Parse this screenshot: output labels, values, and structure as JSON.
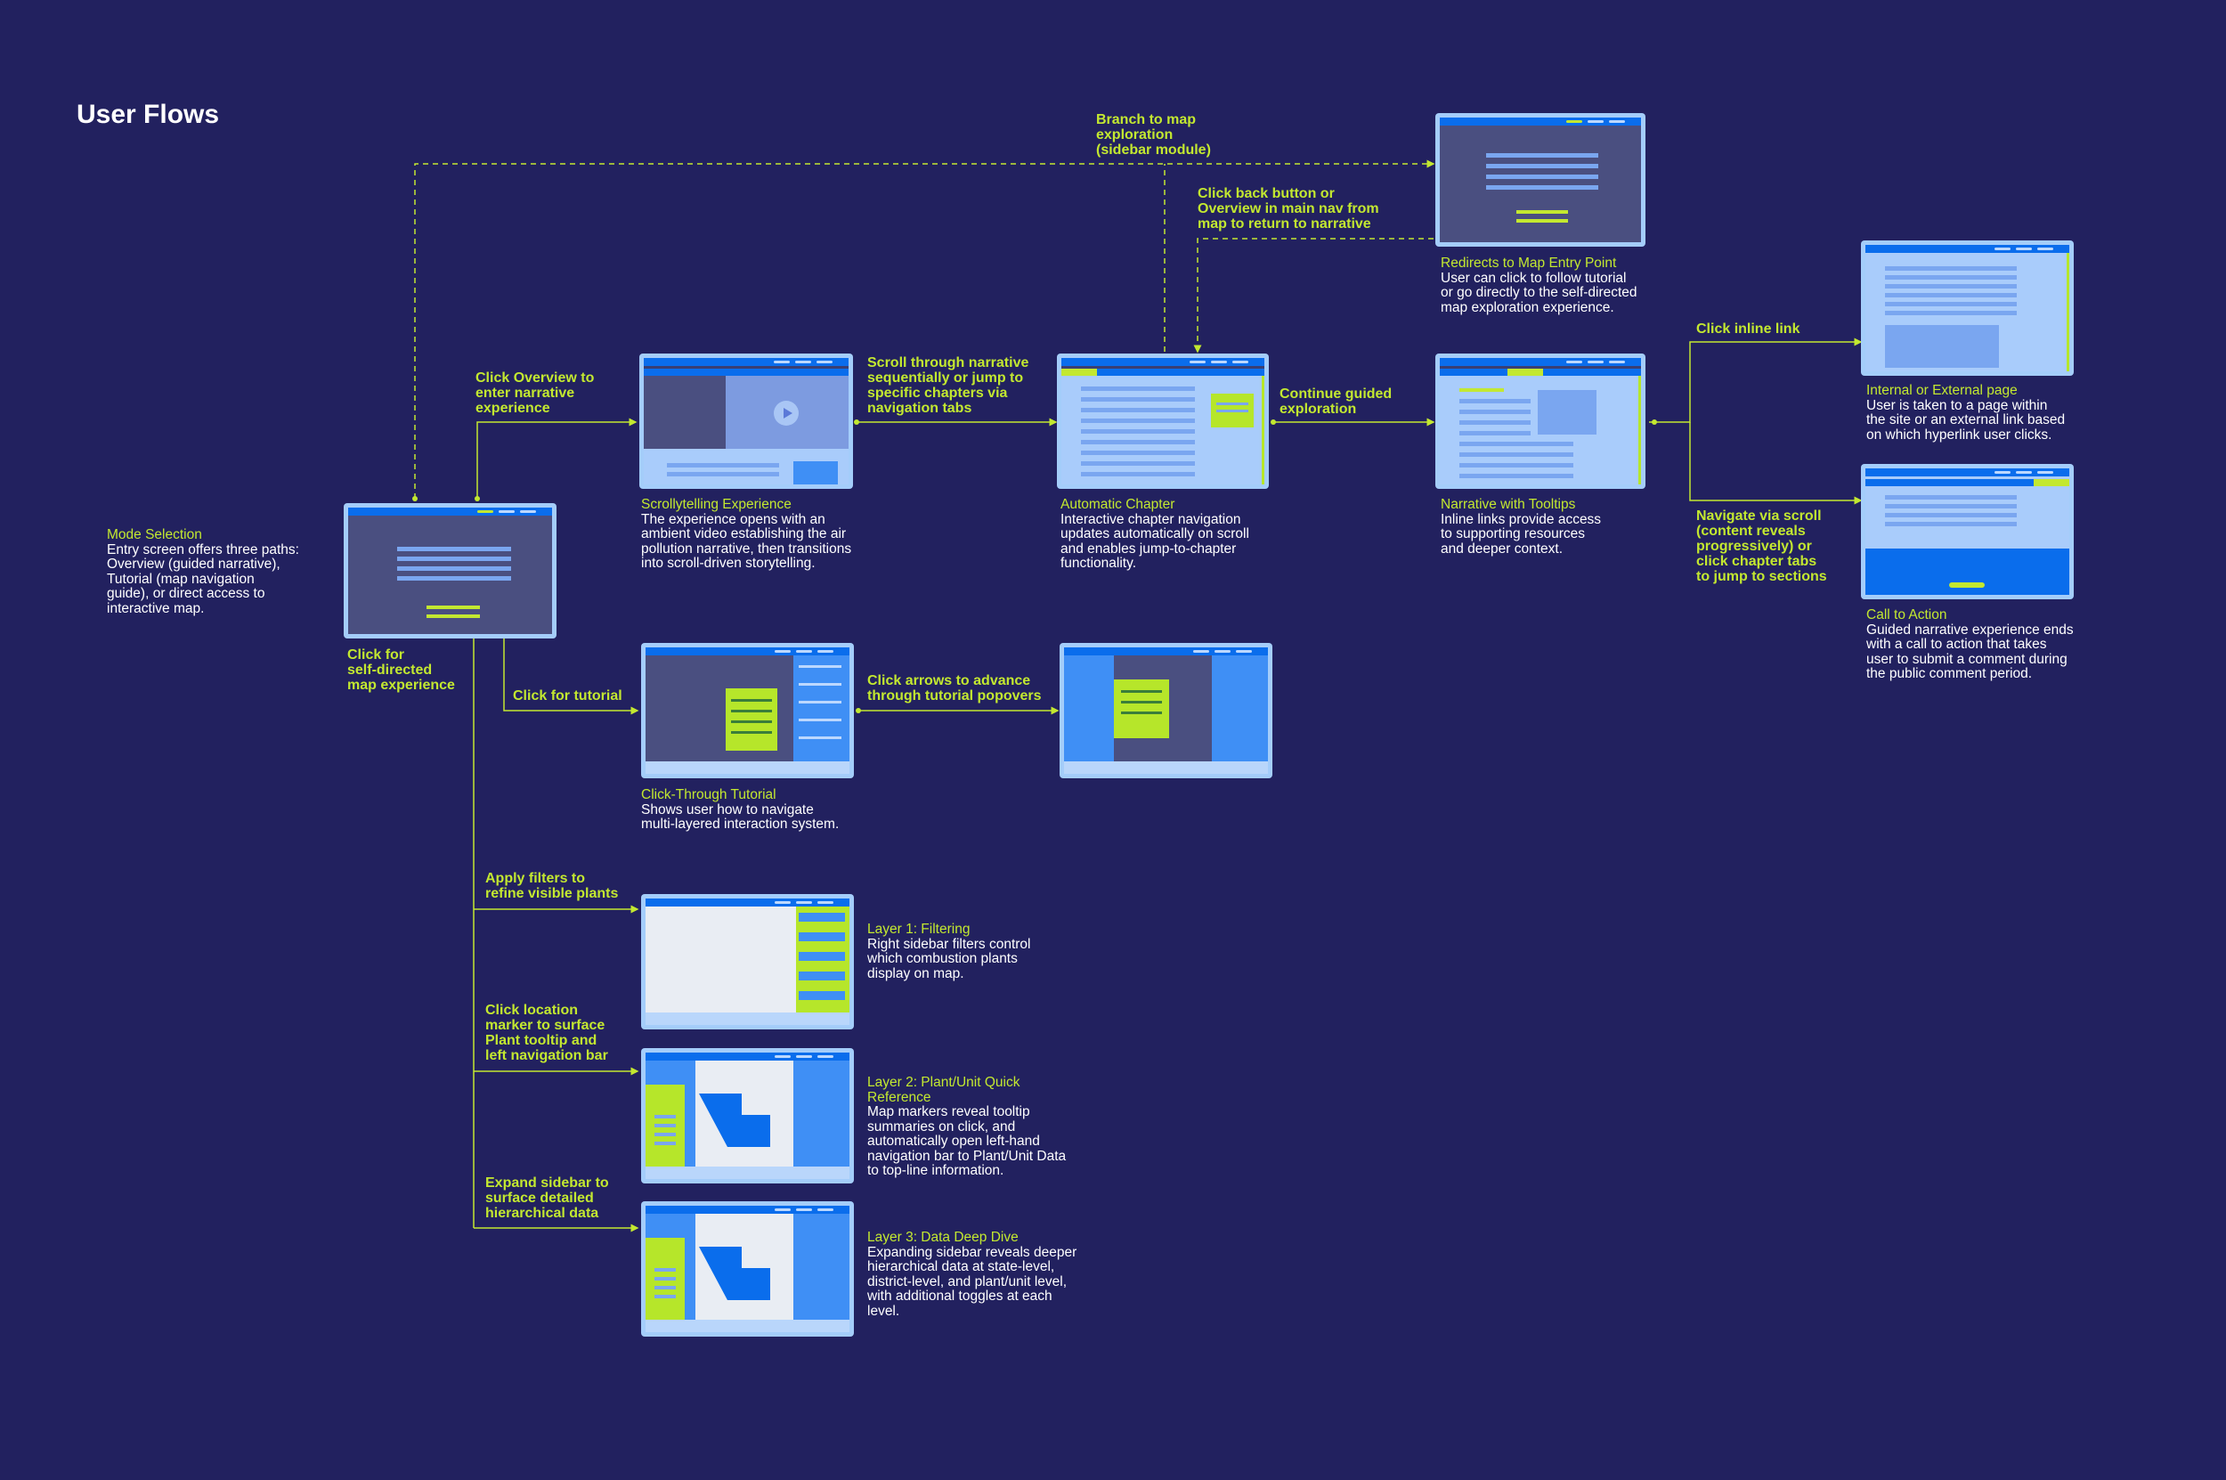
{
  "title": "User Flows",
  "colors": {
    "background": "#22215f",
    "accent": "#c3e830",
    "text": "#ffffff",
    "ui_blue": "#0a6dec",
    "frame": "#a4cdfa"
  },
  "labels": {
    "branch_map": "Branch to map\nexploration\n(sidebar module)",
    "back_button": "Click back button or\nOverview in main nav from\nmap to return to narrative",
    "click_overview": "Click Overview to\nenter narrative\nexperience",
    "scroll_through": "Scroll through narrative\nsequentially or jump to\nspecific chapters via\nnavigation tabs",
    "continue_guided": "Continue guided\nexploration",
    "click_inline": "Click inline link",
    "navigate_scroll": "Navigate via scroll\n(content reveals\nprogressively) or\nclick chapter tabs\nto jump to sections",
    "click_self_directed": "Click for\nself-directed\nmap experience",
    "click_tutorial": "Click for tutorial",
    "click_arrows": "Click arrows to advance\nthrough tutorial popovers",
    "apply_filters": "Apply filters to\nrefine visible plants",
    "click_location": "Click location\nmarker to surface\nPlant tooltip and\nleft navigation bar",
    "expand_sidebar": "Expand sidebar to\nsurface detailed\nhierarchical data"
  },
  "nodes": {
    "mode_selection": {
      "title": "Mode Selection",
      "body": "Entry screen offers three paths:\nOverview (guided narrative),\nTutorial (map navigation\nguide), or direct access to\ninteractive map."
    },
    "scrollytelling": {
      "title": "Scrollytelling Experience",
      "body": "The experience opens with an\nambient video establishing the air\npollution narrative, then transitions\ninto scroll-driven storytelling."
    },
    "automatic_chapter": {
      "title": "Automatic Chapter",
      "body": "Interactive chapter navigation\nupdates automatically on scroll\nand enables jump-to-chapter\nfunctionality."
    },
    "redirects_map": {
      "title": "Redirects to Map Entry Point",
      "body": "User can click to follow tutorial\nor go directly to the self-directed\nmap exploration experience."
    },
    "narrative_tooltips": {
      "title": "Narrative with Tooltips",
      "body": "Inline links provide access\nto supporting resources\nand deeper context."
    },
    "internal_external": {
      "title": "Internal or External page",
      "body": "User is taken to a page within\nthe site or an external link based\non which hyperlink user clicks."
    },
    "call_to_action": {
      "title": "Call to Action",
      "body": "Guided narrative experience ends\nwith a call to action that takes\nuser to submit a comment during\nthe public comment period."
    },
    "click_through": {
      "title": "Click-Through Tutorial",
      "body": "Shows user how to navigate\nmulti-layered interaction system."
    },
    "layer1": {
      "title": "Layer 1: Filtering",
      "body": "Right sidebar filters control\nwhich combustion plants\ndisplay on map."
    },
    "layer2": {
      "title": "Layer 2: Plant/Unit Quick\nReference",
      "body": "Map markers reveal tooltip\nsummaries on click, and\nautomatically open left-hand\nnavigation bar to Plant/Unit Data\nto top-line information."
    },
    "layer3": {
      "title": "Layer 3: Data Deep Dive",
      "body": "Expanding sidebar reveals deeper\nhierarchical data at state-level,\ndistrict-level, and plant/unit level,\nwith additional toggles at each\nlevel."
    }
  }
}
